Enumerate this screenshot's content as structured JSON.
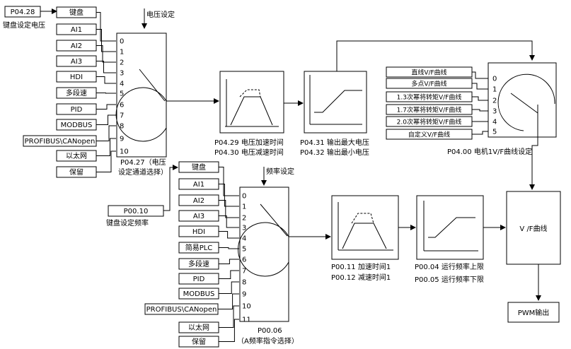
{
  "voltage_block": {
    "param_p0428": "P04.28",
    "keypad_voltage_label": "键盘设定电压",
    "title": "电压设定",
    "inputs": [
      "键盘",
      "AI1",
      "AI2",
      "AI3",
      "HDI",
      "多段速",
      "PID",
      "MODBUS",
      "PROFIBUS\\CANopen",
      "以太网",
      "保留"
    ],
    "channels": [
      "0",
      "1",
      "2",
      "3",
      "4",
      "5",
      "6",
      "7",
      "8",
      "9",
      "10"
    ],
    "selector_caption_1": "P04.27（电压",
    "selector_caption_2": "设定通道选择）",
    "ramp_caption_1": "P04.29 电压加速时间",
    "ramp_caption_2": "P04.30 电压减速时间",
    "limit_caption_1": "P04.31 输出最大电压",
    "limit_caption_2": "P04.32 输出最小电压"
  },
  "vf_block": {
    "curves": [
      "直线V/F曲线",
      "多点V/F曲线",
      "1.3次幂将转矩V/F曲线",
      "1.7次幂将转矩V/F曲线",
      "2.0次幂将转矩V/F曲线",
      "自定义V/F曲线"
    ],
    "channels": [
      "0",
      "1",
      "2",
      "3",
      "4",
      "5"
    ],
    "caption": "P04.00 电机1V/F曲线设定"
  },
  "frequency_block": {
    "param_p0010": "P00.10",
    "keypad_freq_label": "键盘设定频率",
    "title": "频率设定",
    "inputs": [
      "键盘",
      "AI1",
      "AI2",
      "AI3",
      "HDI",
      "简易PLC",
      "多段速",
      "PID",
      "MODBUS",
      "PROFIBUS\\CANopen",
      "以太网",
      "保留"
    ],
    "channels": [
      "0",
      "1",
      "2",
      "3",
      "4",
      "5",
      "6",
      "7",
      "8",
      "9",
      "10",
      "11"
    ],
    "selector_caption_1": "P00.06",
    "selector_caption_2": "（A频率指令选择）",
    "ramp_caption_1": "P00.11 加速时间1",
    "ramp_caption_2": "P00.12  减速时间1",
    "limit_caption_1": "P00.04 运行频率上限",
    "limit_caption_2": "P00.05 运行频率下限"
  },
  "output": {
    "vf_label": "V /F曲线",
    "pwm_label": "PWM输出"
  }
}
